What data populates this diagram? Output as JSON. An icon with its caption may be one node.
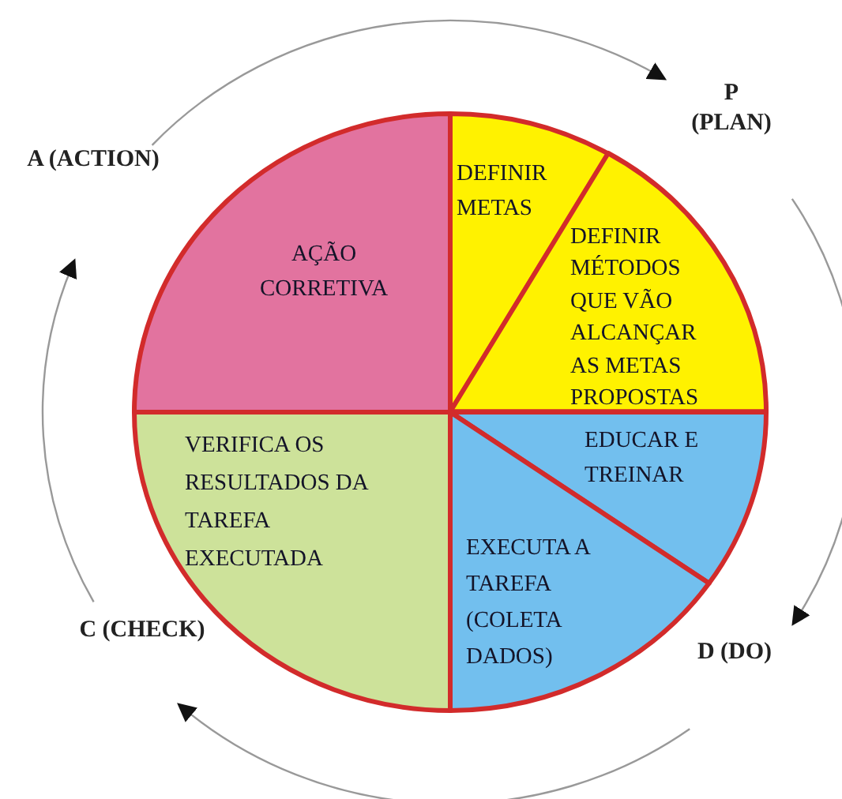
{
  "diagram": {
    "nodes": [
      {
        "text": [
          "P (PLAN)"
        ]
      },
      {
        "text": [
          "A (ACTION)"
        ]
      },
      {
        "text": [
          "AÇÃO CORRETIVA"
        ]
      },
      {
        "text": [
          "DEFINIR METAS"
        ]
      },
      {
        "text": [
          "DEFINIR MÉTODOS QUE VÃO ALCANÇAR AS METAS PROPOSTAS"
        ]
      },
      {
        "text": [
          "EDUCAR E TREINAR"
        ]
      },
      {
        "text": [
          "VERIFICA OS RESULTADOS DA TAREFA EXECUTADA"
        ]
      },
      {
        "text": [
          "EXECUTA A TAREFA (COLETA DADOS)"
        ]
      },
      {
        "text": [
          "C (CHECK)"
        ]
      },
      {
        "text": [
          "D (DO)"
        ]
      }
    ],
    "edges": [
      {
        "from": 1,
        "to": 0,
        "arrow": "to"
      },
      {
        "from": 0,
        "to": 9,
        "arrow": "to"
      },
      {
        "from": 9,
        "to": 8,
        "arrow": "to"
      },
      {
        "from": 8,
        "to": 1,
        "arrow": "to"
      }
    ]
  }
}
